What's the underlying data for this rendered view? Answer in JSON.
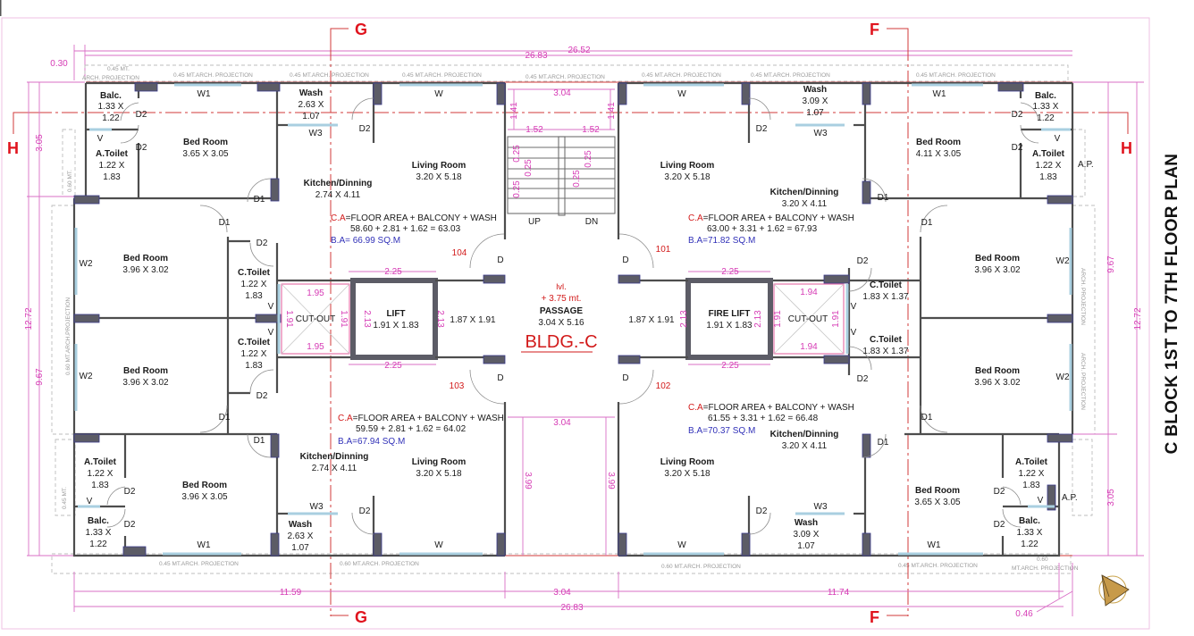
{
  "drawing": {
    "title": "C BLOCK 1ST TO 7TH FLOOR PLAN",
    "building_label": "BLDG.-C",
    "level_label": "lvl.",
    "level_value": "+ 3.75 mt.",
    "section_markers": {
      "g": "G",
      "f": "F",
      "h": "H"
    },
    "compass_icon": "north-arrow-icon"
  },
  "overall_dimensions": {
    "top_outer": "26.83",
    "top_inner": "26.52",
    "top_offset": "0.30",
    "bottom_left": "11.59",
    "bottom_center": "3.04",
    "bottom_right": "11.74",
    "bottom_total": "26.83",
    "bottom_offset": "0.46",
    "left_top": "3.05",
    "left_total": "12.72",
    "left_mid": "9.67",
    "right_top": "9.67",
    "right_total": "12.72",
    "right_bottom": "3.05"
  },
  "projections": {
    "p045": "0.45 MT.ARCH. PROJECTION",
    "p045_short": "0.45 MT.",
    "arch_projection": "ARCH. PROJECTION",
    "p060": "0.60 MT.ARCH. PROJECTION",
    "p060_short": "0.60 MT.",
    "p060_side": "0.60 MT.ARCH.PROJECTION",
    "p060_split": "0.60",
    "p060_split2": "MT.ARCH. PROJECTION",
    "ap": "A.P."
  },
  "core": {
    "stair": {
      "width": "3.04",
      "flight_left": "1.52",
      "flight_right": "1.52",
      "landing_left": "1.41",
      "landing_right": "1.41",
      "tread": "0.25",
      "up": "UP",
      "dn": "DN"
    },
    "passage": {
      "name": "PASSAGE",
      "size": "3.04 X 5.16"
    },
    "lift": {
      "name": "LIFT",
      "size": "1.91 X 1.83",
      "depth": "2.13",
      "width": "2.25"
    },
    "fire_lift": {
      "name": "FIRE LIFT",
      "size": "1.91 X 1.83",
      "depth": "2.13",
      "width": "2.25"
    },
    "lobby_left": {
      "size": "1.87 X 1.91",
      "dim": "2.13"
    },
    "lobby_right": {
      "size": "1.87 X 1.91",
      "dim": "2.13"
    },
    "cutout_left": {
      "name": "CUT-OUT",
      "w": "1.95",
      "h": "1.91"
    },
    "cutout_right": {
      "name": "CUT-OUT",
      "w": "1.94",
      "h": "1.91"
    },
    "lower_court": {
      "width": "3.04",
      "depth": "3.99"
    },
    "door": "D"
  },
  "flats": [
    {
      "number": "104",
      "ca_formula": "=FLOOR AREA + BALCONY + WASH",
      "ca_label": "C.A",
      "ca_calc": "58.60 + 2.81 + 1.62 = 63.03",
      "ba": "B.A= 66.99 SQ.M",
      "rooms": {
        "balcony": {
          "name": "Balc.",
          "size1": "1.33 X",
          "size2": "1.22"
        },
        "toilet_a": {
          "name": "A.Toilet",
          "size1": "1.22 X",
          "size2": "1.83"
        },
        "master_bed": {
          "name": "Bed Room",
          "size": "3.65 X 3.05"
        },
        "wash": {
          "name": "Wash",
          "size1": "2.63 X",
          "size2": "1.07"
        },
        "kitchen": {
          "name": "Kitchen/Dinning",
          "size": "2.74 X 4.11"
        },
        "living": {
          "name": "Living Room",
          "size": "3.20 X 5.18"
        },
        "bed2": {
          "name": "Bed Room",
          "size": "3.96 X 3.02"
        },
        "toilet_c": {
          "name": "C.Toilet",
          "size1": "1.22 X",
          "size2": "1.83"
        }
      }
    },
    {
      "number": "101",
      "ca_formula": "=FLOOR AREA + BALCONY + WASH",
      "ca_label": "C.A",
      "ca_calc": "63.00 + 3.31 + 1.62 = 67.93",
      "ba": "B.A=71.82 SQ.M",
      "rooms": {
        "balcony": {
          "name": "Balc.",
          "size1": "1.33 X",
          "size2": "1.22"
        },
        "toilet_a": {
          "name": "A.Toilet",
          "size1": "1.22 X",
          "size2": "1.83"
        },
        "master_bed": {
          "name": "Bed Room",
          "size": "4.11 X 3.05"
        },
        "wash": {
          "name": "Wash",
          "size1": "3.09 X",
          "size2": "1.07"
        },
        "kitchen": {
          "name": "Kitchen/Dinning",
          "size": "3.20 X 4.11"
        },
        "living": {
          "name": "Living Room",
          "size": "3.20 X 5.18"
        },
        "bed2": {
          "name": "Bed Room",
          "size": "3.96 X 3.02"
        },
        "toilet_c": {
          "name": "C.Toilet",
          "size": "1.83 X 1.37"
        }
      }
    },
    {
      "number": "103",
      "ca_formula": "=FLOOR AREA + BALCONY + WASH",
      "ca_label": "C.A",
      "ca_calc": "59.59 + 2.81 + 1.62 = 64.02",
      "ba": "B.A=67.94 SQ.M",
      "rooms": {
        "balcony": {
          "name": "Balc.",
          "size1": "1.33 X",
          "size2": "1.22"
        },
        "toilet_a": {
          "name": "A.Toilet",
          "size1": "1.22 X",
          "size2": "1.83"
        },
        "master_bed": {
          "name": "Bed Room",
          "size": "3.96 X 3.05"
        },
        "wash": {
          "name": "Wash",
          "size1": "2.63 X",
          "size2": "1.07"
        },
        "kitchen": {
          "name": "Kitchen/Dinning",
          "size": "2.74 X 4.11"
        },
        "living": {
          "name": "Living Room",
          "size": "3.20 X 5.18"
        },
        "bed2": {
          "name": "Bed Room",
          "size": "3.96 X 3.02"
        },
        "toilet_c": {
          "name": "C.Toilet",
          "size1": "1.22 X",
          "size2": "1.83"
        }
      }
    },
    {
      "number": "102",
      "ca_formula": "=FLOOR AREA + BALCONY + WASH",
      "ca_label": "C.A",
      "ca_calc": "61.55 + 3.31 + 1.62 = 66.48",
      "ba": "B.A=70.37 SQ.M",
      "rooms": {
        "balcony": {
          "name": "Balc.",
          "size1": "1.33 X",
          "size2": "1.22"
        },
        "toilet_a": {
          "name": "A.Toilet",
          "size1": "1.22 X",
          "size2": "1.83"
        },
        "master_bed": {
          "name": "Bed Room",
          "size": "3.65 X 3.05"
        },
        "wash": {
          "name": "Wash",
          "size1": "3.09 X",
          "size2": "1.07"
        },
        "kitchen": {
          "name": "Kitchen/Dinning",
          "size": "3.20 X 4.11"
        },
        "living": {
          "name": "Living Room",
          "size": "3.20 X 5.18"
        },
        "bed2": {
          "name": "Bed Room",
          "size": "3.96 X 3.02"
        },
        "toilet_c": {
          "name": "C.Toilet",
          "size": "1.83 X 1.37"
        }
      }
    }
  ],
  "openings": {
    "w": "W",
    "w1": "W1",
    "w2": "W2",
    "w3": "W3",
    "v": "V",
    "d1": "D1",
    "d2": "D2"
  },
  "colors": {
    "wall": "#4d4d4d",
    "column": "#5c5c66",
    "dimension": "#d63bb5",
    "section": "#e0141e",
    "ca_label": "#d21a1a",
    "ba_label": "#3131b8",
    "window": "#a9cfe0"
  }
}
